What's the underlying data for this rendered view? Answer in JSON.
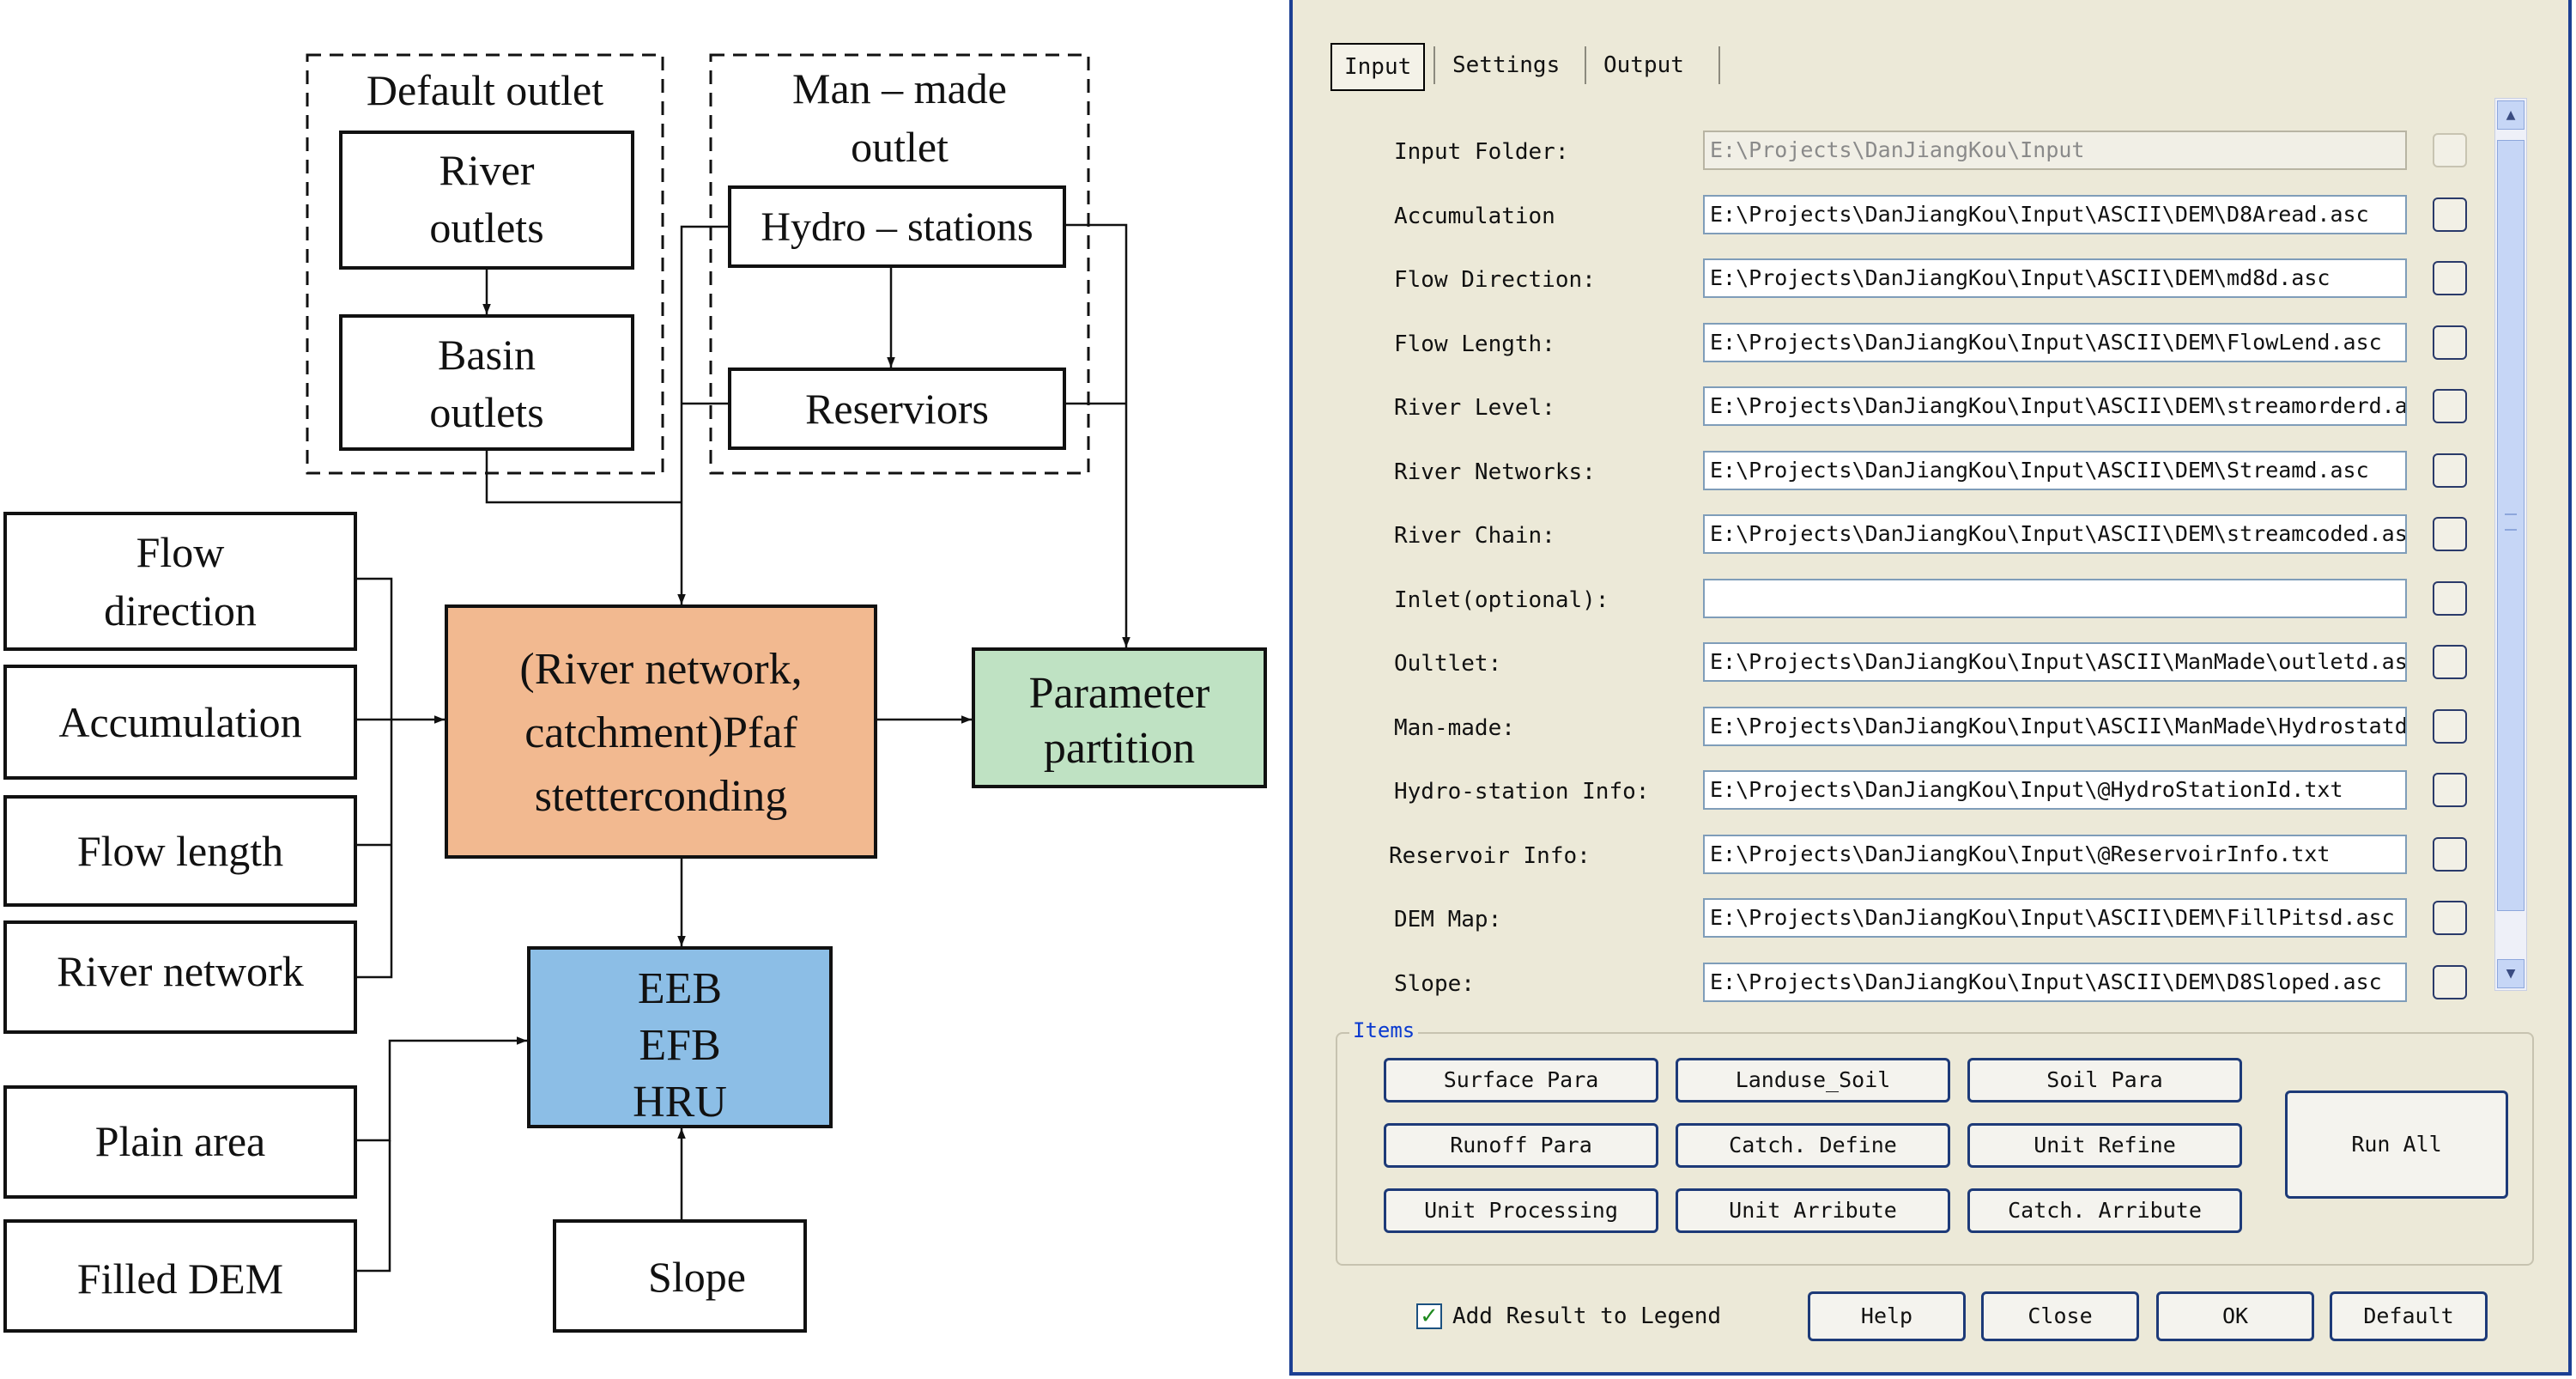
{
  "diagram": {
    "groups": {
      "default_outlet": "Default outlet",
      "manmade_outlet_line1": "Man – made",
      "manmade_outlet_line2": "outlet"
    },
    "boxes": {
      "river_outlets": [
        "River",
        "outlets"
      ],
      "basin_outlets": [
        "Basin",
        "outlets"
      ],
      "hydro_stations": "Hydro – stations",
      "reservoirs": "Reserviors",
      "flow_direction": [
        "Flow",
        "direction"
      ],
      "accumulation": "Accumulation",
      "flow_length": "Flow length",
      "river_network": "River network",
      "plain_area": "Plain area",
      "filled_dem": "Filled DEM",
      "slope": "Slope",
      "pfafstetter": [
        "(River network,",
        "catchment)Pfaf",
        "stetterconding"
      ],
      "parameter_partition": [
        "Parameter",
        "partition"
      ],
      "eeb_efb_hru": [
        "EEB",
        "EFB",
        "HRU"
      ]
    },
    "colors": {
      "pfafstetter": "#f2b990",
      "parameter_partition": "#bfe2c3",
      "eeb_efb_hru": "#8cbee6"
    }
  },
  "dialog": {
    "tabs": [
      "Input",
      "Settings",
      "Output"
    ],
    "active_tab": "Input",
    "rows": [
      {
        "label": "Input Folder:",
        "value": "E:\\Projects\\DanJiangKou\\Input",
        "disabled": true
      },
      {
        "label": "Accumulation",
        "value": "E:\\Projects\\DanJiangKou\\Input\\ASCII\\DEM\\D8Aread.asc"
      },
      {
        "label": "Flow Direction:",
        "value": "E:\\Projects\\DanJiangKou\\Input\\ASCII\\DEM\\md8d.asc"
      },
      {
        "label": "Flow Length:",
        "value": "E:\\Projects\\DanJiangKou\\Input\\ASCII\\DEM\\FlowLend.asc"
      },
      {
        "label": "River Level:",
        "value": "E:\\Projects\\DanJiangKou\\Input\\ASCII\\DEM\\streamorderd.as"
      },
      {
        "label": "River Networks:",
        "value": "E:\\Projects\\DanJiangKou\\Input\\ASCII\\DEM\\Streamd.asc"
      },
      {
        "label": "River Chain:",
        "value": "E:\\Projects\\DanJiangKou\\Input\\ASCII\\DEM\\streamcoded.asc"
      },
      {
        "label": "Inlet(optional):",
        "value": ""
      },
      {
        "label": "Oultlet:",
        "value": "E:\\Projects\\DanJiangKou\\Input\\ASCII\\ManMade\\outletd.asc"
      },
      {
        "label": "Man-made:",
        "value": "E:\\Projects\\DanJiangKou\\Input\\ASCII\\ManMade\\Hydrostatd."
      },
      {
        "label": "Hydro-station Info:",
        "value": "E:\\Projects\\DanJiangKou\\Input\\@HydroStationId.txt"
      },
      {
        "label": "Reservoir Info:",
        "value": "E:\\Projects\\DanJiangKou\\Input\\@ReservoirInfo.txt"
      },
      {
        "label": "DEM Map:",
        "value": "E:\\Projects\\DanJiangKou\\Input\\ASCII\\DEM\\FillPitsd.asc"
      },
      {
        "label": "Slope:",
        "value": "E:\\Projects\\DanJiangKou\\Input\\ASCII\\DEM\\D8Sloped.asc"
      }
    ],
    "items_title": "Items",
    "item_buttons": [
      "Surface Para",
      "Landuse_Soil",
      "Soil Para",
      "Runoff Para",
      "Catch. Define",
      "Unit Refine",
      "Unit Processing",
      "Unit Arribute",
      "Catch. Arribute"
    ],
    "run_all": "Run All",
    "add_result_label": "Add Result to Legend",
    "add_result_checked": true,
    "bottom_buttons": [
      "Help",
      "Close",
      "OK",
      "Default"
    ]
  }
}
